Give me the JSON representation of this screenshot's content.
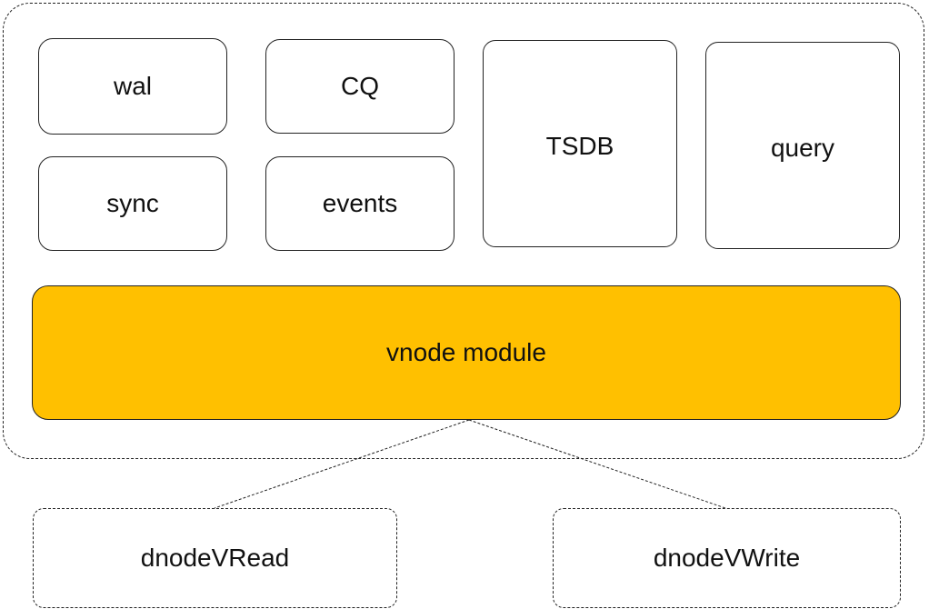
{
  "modules": {
    "wal": "wal",
    "cq": "CQ",
    "tsdb": "TSDB",
    "query": "query",
    "sync": "sync",
    "events": "events"
  },
  "vnode": {
    "label": "vnode module",
    "color": "#FFC000"
  },
  "external": {
    "read": "dnodeVRead",
    "write": "dnodeVWrite"
  }
}
